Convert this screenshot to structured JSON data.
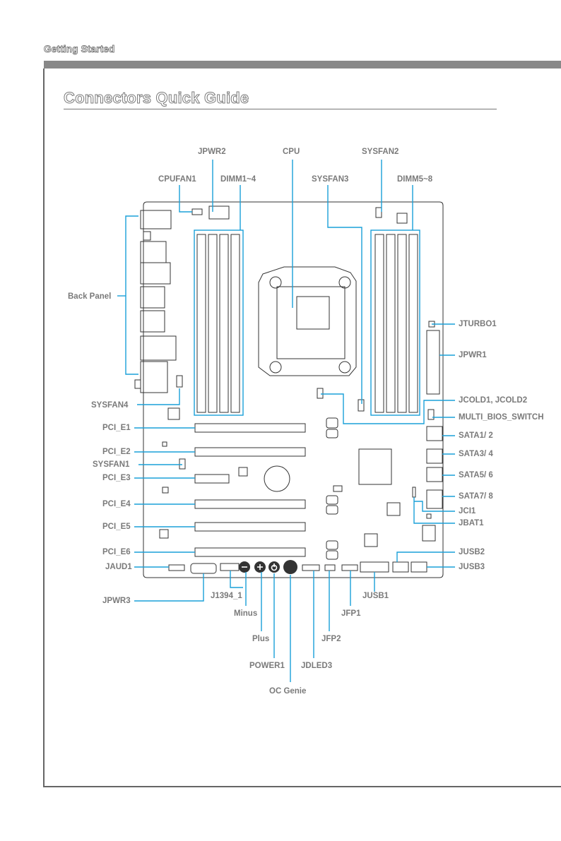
{
  "header": {
    "section": "Getting Started"
  },
  "title": "Connectors Quick Guide",
  "labels": {
    "jpwr2": "JPWR2",
    "cpu": "CPU",
    "sysfan2": "SYSFAN2",
    "cpufan1": "CPUFAN1",
    "dimm1_4": "DIMM1~4",
    "sysfan3": "SYSFAN3",
    "dimm5_8": "DIMM5~8",
    "back_panel": "Back  Panel",
    "jturbo1": "JTURBO1",
    "jpwr1": "JPWR1",
    "sysfan4": "SYSFAN4",
    "jcold": "JCOLD1, JCOLD2",
    "multi_bios": "MULTI_BIOS_SWITCH",
    "pci_e1": "PCI_E1",
    "sata12": "SATA1/ 2",
    "pci_e2": "PCI_E2",
    "sata34": "SATA3/ 4",
    "sysfan1": "SYSFAN1",
    "pci_e3": "PCI_E3",
    "sata56": "SATA5/ 6",
    "pci_e4": "PCI_E4",
    "sata78": "SATA7/ 8",
    "jci1": "JCI1",
    "pci_e5": "PCI_E5",
    "jbat1": "JBAT1",
    "pci_e6": "PCI_E6",
    "jusb2": "JUSB2",
    "jaud1": "JAUD1",
    "jusb3": "JUSB3",
    "jpwr3": "JPWR3",
    "j1394": "J1394_1",
    "jusb1": "JUSB1",
    "minus": "Minus",
    "jfp1": "JFP1",
    "plus": "Plus",
    "jfp2": "JFP2",
    "power1": "POWER1",
    "jdled3": "JDLED3",
    "oc_genie": "OC Genie"
  },
  "colors": {
    "leader": "#1aa0d8",
    "outline": "#333333",
    "text": "#7a7a7a"
  }
}
